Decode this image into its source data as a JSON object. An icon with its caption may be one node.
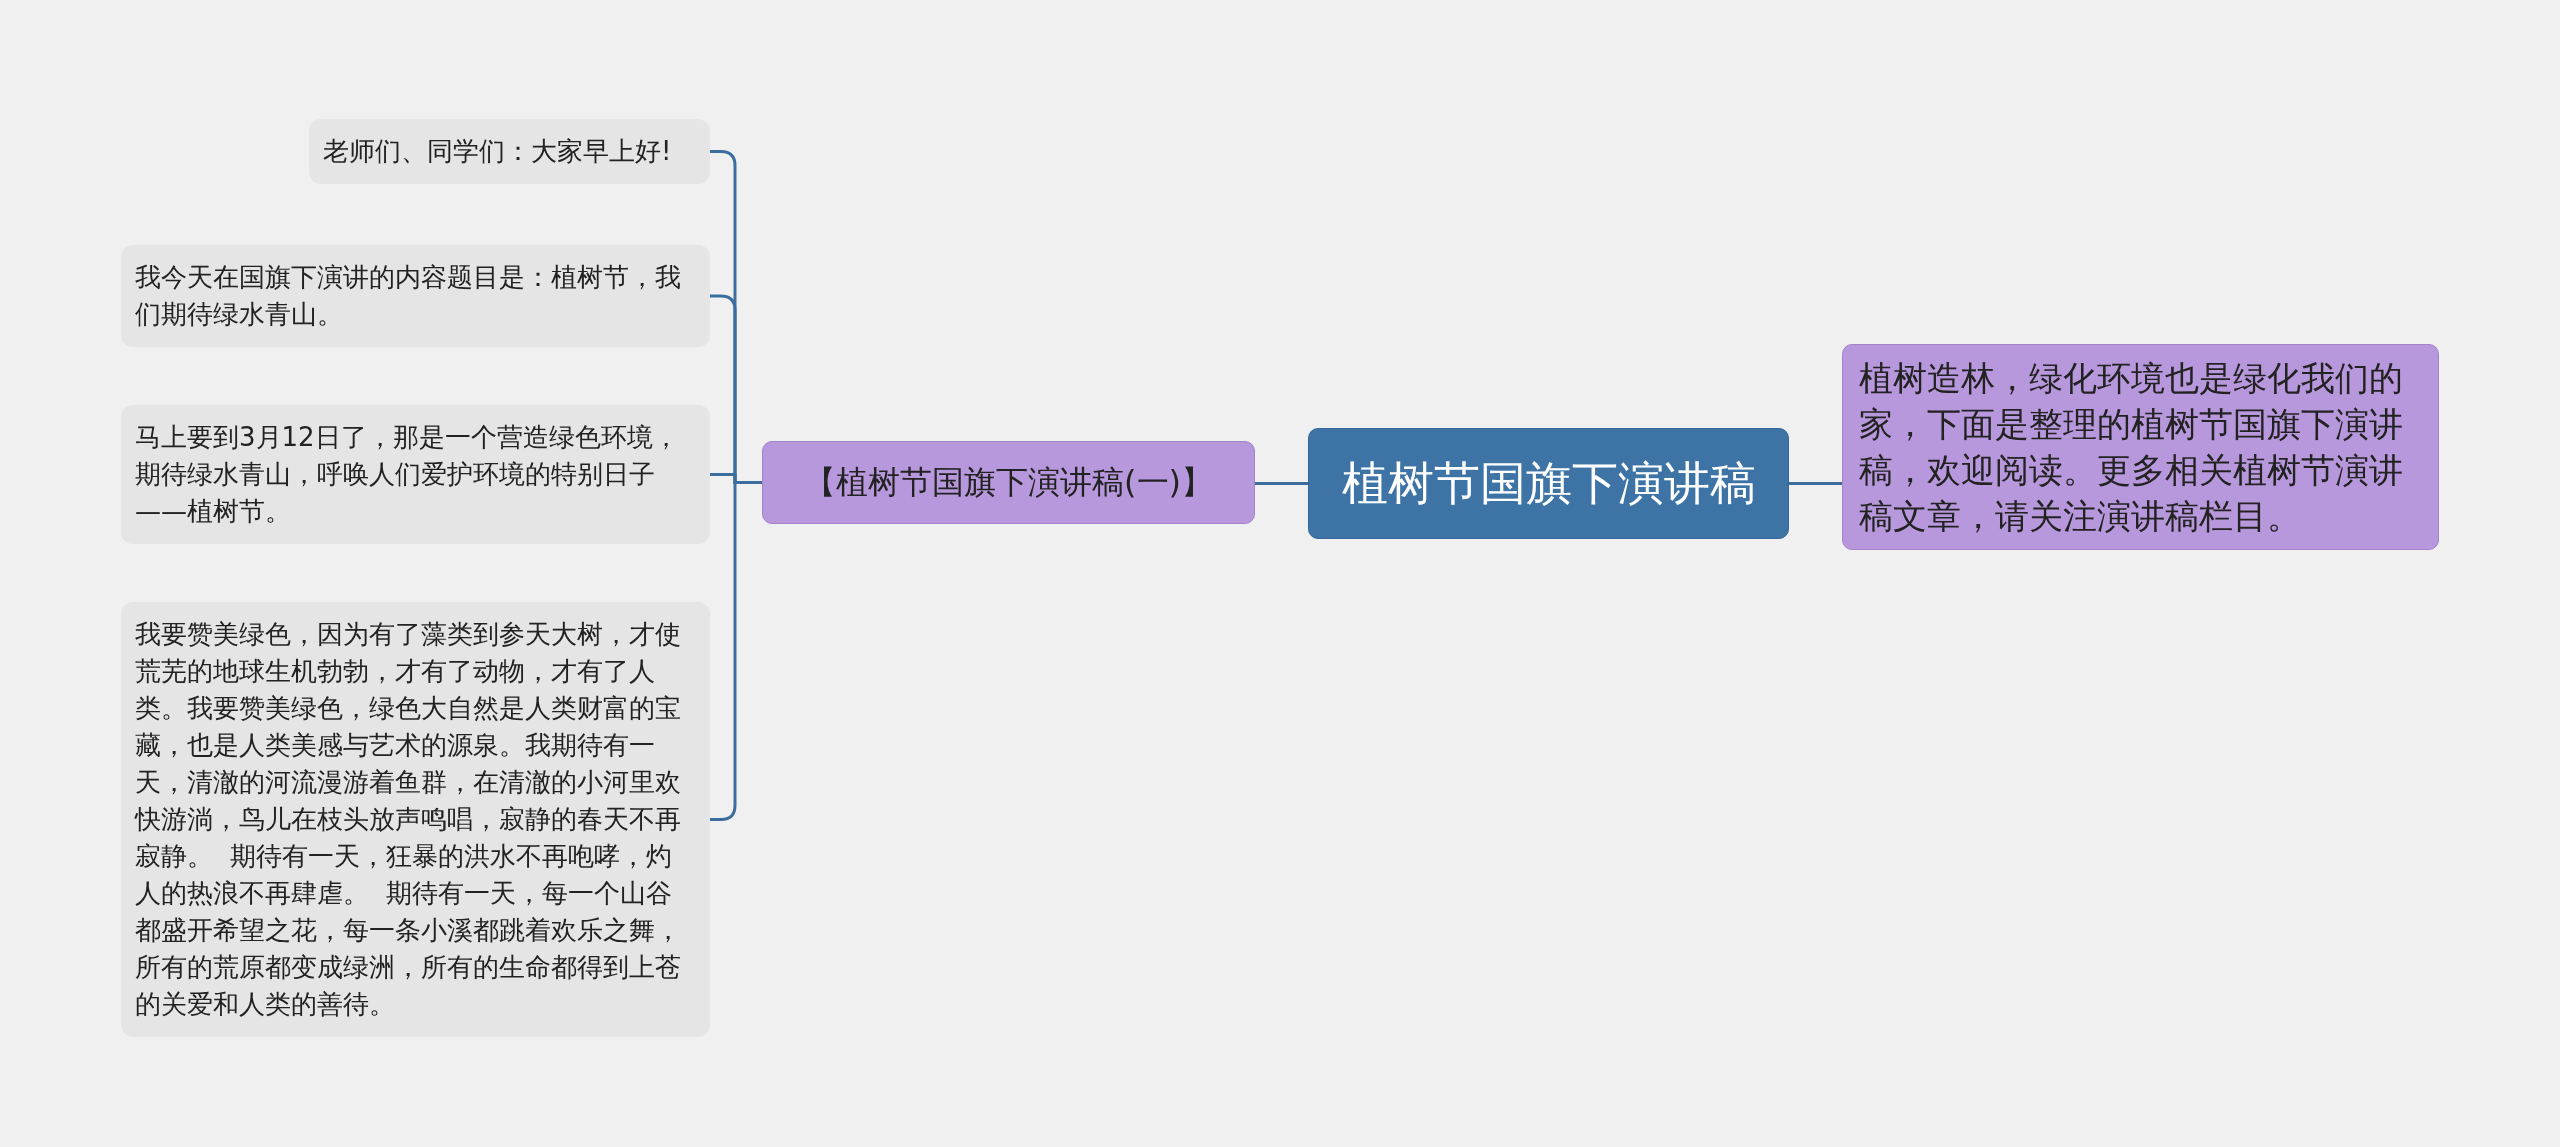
{
  "diagram": {
    "nodes": [
      {
        "text": [
          "植树节国旗下演讲稿"
        ]
      },
      {
        "text": [
          "【植树节国旗下演讲稿(一)】"
        ]
      },
      {
        "text": [
          "老师们、同学们：大家早上好!"
        ]
      },
      {
        "text": [
          "我今天在国旗下演讲的内容题目是：植树节，我们期待绿水青山。"
        ]
      },
      {
        "text": [
          "马上要到3月12日了，那是一个营造绿色环境，期待绿水青山，呼唤人们爱护环境的特别日子——植树节。"
        ]
      },
      {
        "text": [
          "我要赞美绿色，因为有了藻类到参天大树，才使荒芜的地球生机勃勃，才有了动物，才有了人类。我要赞美绿色，绿色大自然是人类财富的宝藏，也是人类美感与艺术的源泉。我期待有一天，清澈的河流漫游着鱼群，在清澈的小河里欢快游淌，鸟儿在枝头放声鸣唱，寂静的春天不再寂静。  期待有一天，狂暴的洪水不再咆哮，灼人的热浪不再肆虐。  期待有一天，每一个山谷都盛开希望之花，每一条小溪都跳着欢乐之舞，所有的荒原都变成绿洲，所有的生命都得到上苍的关爱和人类的善待。"
        ]
      },
      {
        "text": [
          "植树造林，绿化环境也是绿化我们的家，下面是整理的植树节国旗下演讲稿，欢迎阅读。更多相关植树节演讲稿文章，请关注演讲稿栏目。"
        ]
      }
    ],
    "edges": [
      {
        "from": 0,
        "to": 1,
        "arrow": "none"
      },
      {
        "from": 1,
        "to": 2,
        "arrow": "none"
      },
      {
        "from": 1,
        "to": 3,
        "arrow": "none"
      },
      {
        "from": 1,
        "to": 4,
        "arrow": "none"
      },
      {
        "from": 1,
        "to": 5,
        "arrow": "none"
      },
      {
        "from": 0,
        "to": 6,
        "arrow": "none"
      }
    ]
  }
}
